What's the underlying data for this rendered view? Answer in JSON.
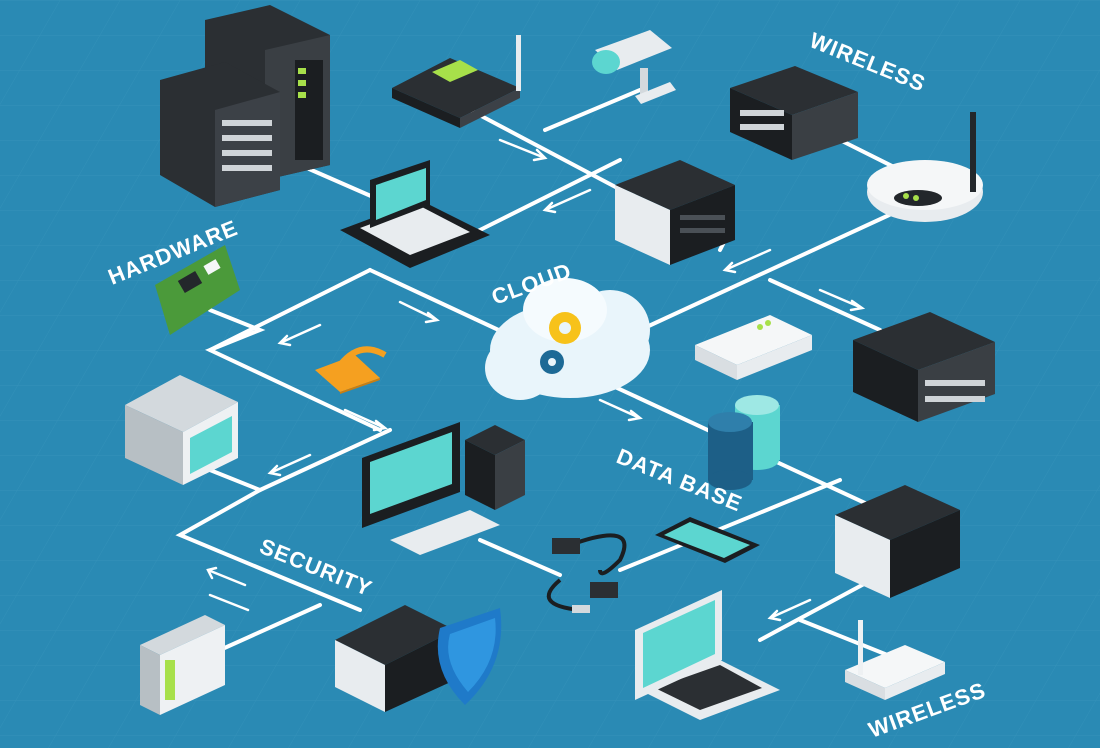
{
  "labels": {
    "wireless_top": "WIRELESS",
    "hardware": "HARDWARE",
    "cloud": "CLOUD",
    "data_base": "DATA BASE",
    "security": "SECURITY",
    "wireless_bottom": "WIRELESS"
  },
  "colors": {
    "background": "#2a8ab4",
    "line": "#ffffff",
    "screen": "#5cd6d0",
    "device_dark": "#23272b",
    "accent_green": "#a7e04a",
    "accent_orange": "#f5a020",
    "cloud": "#e9f5fb",
    "gear_yellow": "#f7c21a",
    "gear_blue": "#1d6a96",
    "shield": "#1f7ac9"
  },
  "devices": [
    {
      "id": "server-tower-pair",
      "icon": "server-tower-icon"
    },
    {
      "id": "router",
      "icon": "router-icon"
    },
    {
      "id": "security-camera",
      "icon": "security-camera-icon"
    },
    {
      "id": "rack-server-top-right",
      "icon": "rack-server-icon"
    },
    {
      "id": "wireless-router",
      "icon": "wireless-router-icon"
    },
    {
      "id": "laptop-top",
      "icon": "laptop-icon"
    },
    {
      "id": "server-center",
      "icon": "server-icon"
    },
    {
      "id": "circuit-board",
      "icon": "circuit-board-icon"
    },
    {
      "id": "padlock",
      "icon": "padlock-icon"
    },
    {
      "id": "cloud",
      "icon": "cloud-icon"
    },
    {
      "id": "modem",
      "icon": "modem-icon"
    },
    {
      "id": "rack-server-right",
      "icon": "rack-server-icon"
    },
    {
      "id": "crt-monitor",
      "icon": "crt-monitor-icon"
    },
    {
      "id": "database",
      "icon": "database-icon"
    },
    {
      "id": "desktop-pc",
      "icon": "desktop-computer-icon"
    },
    {
      "id": "tablet",
      "icon": "tablet-icon"
    },
    {
      "id": "usb-cables",
      "icon": "usb-cable-icon"
    },
    {
      "id": "server-bottom-right",
      "icon": "server-icon"
    },
    {
      "id": "keypad",
      "icon": "keypad-icon"
    },
    {
      "id": "shield-server",
      "icon": "shield-server-icon"
    },
    {
      "id": "laptop-bottom",
      "icon": "laptop-icon"
    },
    {
      "id": "wireless-router-bottom",
      "icon": "wireless-router-icon"
    }
  ]
}
